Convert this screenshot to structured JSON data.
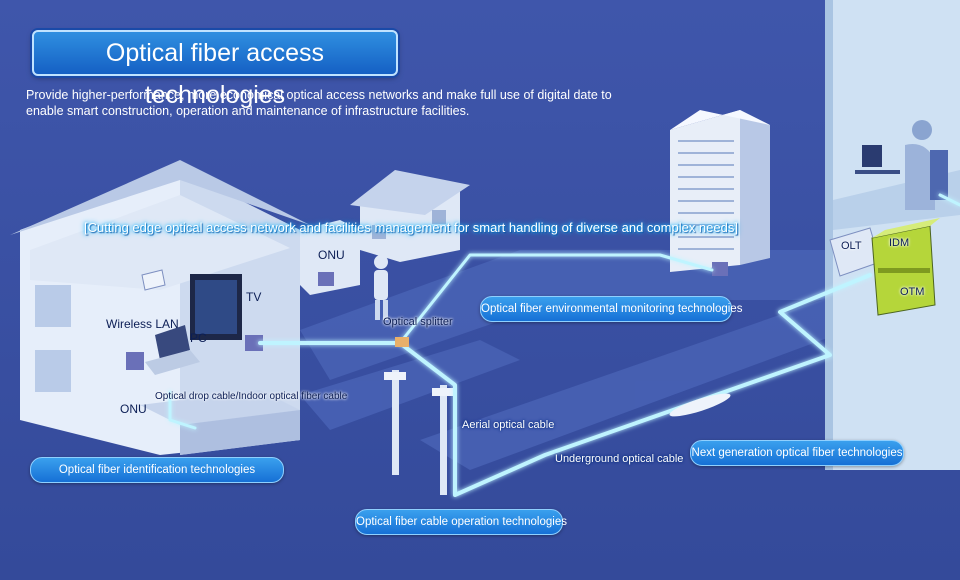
{
  "title": "Optical fiber access technologies",
  "subtitle": "Provide higher-performance, more economical optical access networks and make full use of digital date to enable smart construction, operation and maintenance of infrastructure facilities.",
  "headline": "[Cutting edge optical access network and facilities management for smart handling of diverse and complex needs]",
  "technologies": {
    "identification": "Optical fiber identification technologies",
    "cable_operation": "Optical fiber cable operation technologies",
    "environmental_monitoring": "Optical fiber environmental monitoring technologies",
    "next_generation": "Next generation optical fiber technologies"
  },
  "labels": {
    "tv": "TV",
    "wireless_lan": "Wireless LAN",
    "pc": "PC",
    "onu_house": "ONU",
    "onu_small_house": "ONU",
    "drop_cable": "Optical drop cable/Indoor optical fiber cable",
    "optical_splitter": "Optical splitter",
    "aerial_cable": "Aerial optical cable",
    "underground_cable": "Underground optical cable",
    "olt": "OLT",
    "idm": "IDM",
    "otm": "OTM"
  },
  "colors": {
    "background": "#3d54a8",
    "fiber_glow": "#bff4ff",
    "pill": "#1670d6",
    "equipment": "#b5d63a"
  }
}
